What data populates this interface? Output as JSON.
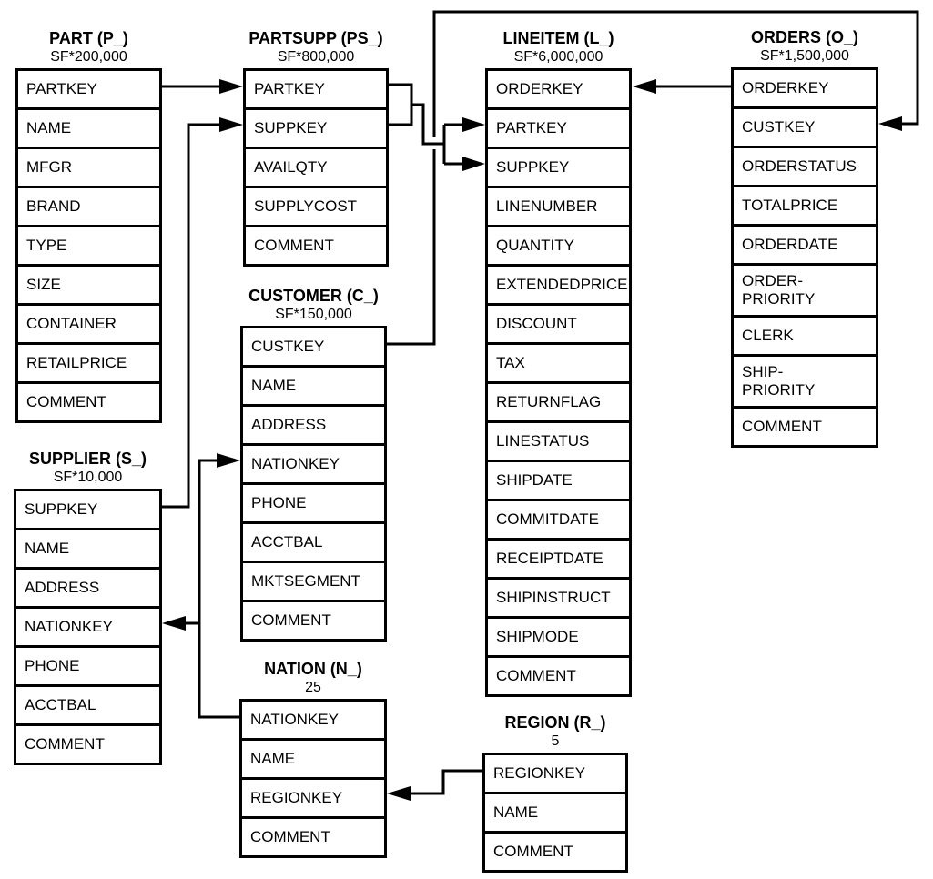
{
  "diagram": {
    "kind": "database-schema-diagram",
    "colors": {
      "line": "#000000",
      "background": "#ffffff",
      "text": "#000000"
    }
  },
  "tables": {
    "part": {
      "title": "PART (P_)",
      "cardinality": "SF*200,000",
      "columns": [
        "PARTKEY",
        "NAME",
        "MFGR",
        "BRAND",
        "TYPE",
        "SIZE",
        "CONTAINER",
        "RETAILPRICE",
        "COMMENT"
      ]
    },
    "partsupp": {
      "title": "PARTSUPP (PS_)",
      "cardinality": "SF*800,000",
      "columns": [
        "PARTKEY",
        "SUPPKEY",
        "AVAILQTY",
        "SUPPLYCOST",
        "COMMENT"
      ]
    },
    "lineitem": {
      "title": "LINEITEM (L_)",
      "cardinality": "SF*6,000,000",
      "columns": [
        "ORDERKEY",
        "PARTKEY",
        "SUPPKEY",
        "LINENUMBER",
        "QUANTITY",
        "EXTENDEDPRICE",
        "DISCOUNT",
        "TAX",
        "RETURNFLAG",
        "LINESTATUS",
        "SHIPDATE",
        "COMMITDATE",
        "RECEIPTDATE",
        "SHIPINSTRUCT",
        "SHIPMODE",
        "COMMENT"
      ]
    },
    "orders": {
      "title": "ORDERS (O_)",
      "cardinality": "SF*1,500,000",
      "columns": [
        "ORDERKEY",
        "CUSTKEY",
        "ORDERSTATUS",
        "TOTALPRICE",
        "ORDERDATE",
        "ORDER-\nPRIORITY",
        "CLERK",
        "SHIP-\nPRIORITY",
        "COMMENT"
      ]
    },
    "supplier": {
      "title": "SUPPLIER (S_)",
      "cardinality": "SF*10,000",
      "columns": [
        "SUPPKEY",
        "NAME",
        "ADDRESS",
        "NATIONKEY",
        "PHONE",
        "ACCTBAL",
        "COMMENT"
      ]
    },
    "customer": {
      "title": "CUSTOMER (C_)",
      "cardinality": "SF*150,000",
      "columns": [
        "CUSTKEY",
        "NAME",
        "ADDRESS",
        "NATIONKEY",
        "PHONE",
        "ACCTBAL",
        "MKTSEGMENT",
        "COMMENT"
      ]
    },
    "nation": {
      "title": "NATION (N_)",
      "cardinality": "25",
      "columns": [
        "NATIONKEY",
        "NAME",
        "REGIONKEY",
        "COMMENT"
      ]
    },
    "region": {
      "title": "REGION (R_)",
      "cardinality": "5",
      "columns": [
        "REGIONKEY",
        "NAME",
        "COMMENT"
      ]
    }
  },
  "relationships": [
    {
      "from": "PART.PARTKEY",
      "to": "PARTSUPP.PARTKEY"
    },
    {
      "from": "SUPPLIER.SUPPKEY",
      "to": "PARTSUPP.SUPPKEY"
    },
    {
      "from": "PARTSUPP.PARTKEY",
      "to": "LINEITEM.PARTKEY"
    },
    {
      "from": "PARTSUPP.SUPPKEY",
      "to": "LINEITEM.SUPPKEY"
    },
    {
      "from": "ORDERS.ORDERKEY",
      "to": "LINEITEM.ORDERKEY"
    },
    {
      "from": "CUSTOMER.CUSTKEY",
      "to": "ORDERS.CUSTKEY"
    },
    {
      "from": "NATION.NATIONKEY",
      "to": "CUSTOMER.NATIONKEY"
    },
    {
      "from": "NATION.NATIONKEY",
      "to": "SUPPLIER.NATIONKEY"
    },
    {
      "from": "REGION.REGIONKEY",
      "to": "NATION.REGIONKEY"
    }
  ]
}
